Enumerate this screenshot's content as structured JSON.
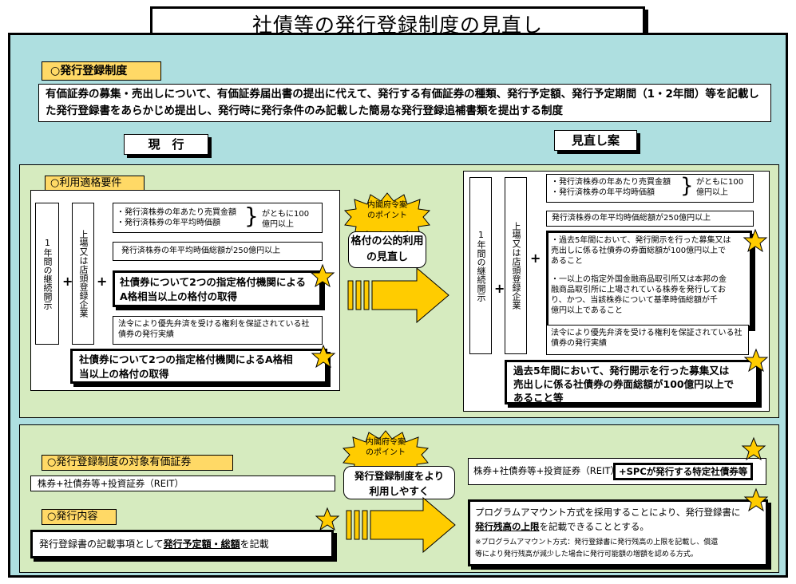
{
  "title": "社債等の発行登録制度の見直し",
  "intro": {
    "label": "○発行登録制度",
    "text": "有価証券の募集・売出しについて、有価証券届出書の提出に代えて、発行する有価証券の種類、発行予定額、発行予定期間（1・2年間）等を記載した発行登録書をあらかじめ提出し、発行時に発行条件のみ記載した簡易な発行登録追補書類を提出する制度"
  },
  "headers": {
    "current": "現　行",
    "proposal": "見直し案"
  },
  "top": {
    "label": "○利用適格要件",
    "current": {
      "continuous": "1年間の継続開示",
      "listed": "上場又は店頭登録企業",
      "crit_line1": "・発行済株券の年あたり売買金額",
      "crit_line2": "・発行済株券の年平均時価額",
      "crit_note": "がともに100\n億円以上",
      "market_cap": "発行済株券の年平均時価総額が250億円以上",
      "rating": "社債券について2つの指定格付機関による\nA格相当以上の格付の取得",
      "guarantee": "法令により優先弁済を受ける権利を保証されている社\n債券の発行実績",
      "rating2": "社債券について2つの指定格付機関によるA格相\n当以上の格付の取得"
    },
    "point": {
      "burst": "内閣府令案\nのポイント",
      "text": "格付の公的利用\nの見直し"
    },
    "proposal": {
      "continuous": "1年間の継続開示",
      "listed": "上場又は店頭登録企業",
      "crit_line1": "・発行済株券の年あたり売買金額",
      "crit_line2": "・発行済株券の年平均時価額",
      "crit_note": "がともに100\n億円以上",
      "market_cap": "発行済株券の年平均時価総額が250億円以上",
      "new_crit1": "・過去5年間において、発行開示を行った募集又は\n売出しに係る社債券の券面総額が100億円以上で\nあること",
      "new_crit2": "・一以上の指定外国金融商品取引所又は本邦の金\n融商品取引所に上場されている株券を発行してお\nり、かつ、当該株券について基準時価総額が千\n億円以上であること",
      "guarantee": "法令により優先弁済を受ける権利を保証されている社\n債券の発行実績",
      "big": "過去5年間において、発行開示を行った募集又は\n売出しに係る社債券の券面総額が100億円以上で\nあること等"
    }
  },
  "bottom": {
    "scope_label": "○発行登録制度の対象有価証券",
    "scope_current": "株券+社債券等+投資証券（REIT）",
    "content_label": "○発行内容",
    "content_current_a": "発行登録書の記載事項として",
    "content_current_b": "発行予定額・総額",
    "content_current_c": "を記載",
    "point": {
      "burst": "内閣府令案\nのポイント",
      "text": "発行登録制度をより\n利用しやすく"
    },
    "scope_proposal": "株券+社債券等+投資証券（REIT）",
    "scope_proposal_add": "+SPCが発行する特定社債券等",
    "content_proposal_a": "プログラムアマウント方式を採用することにより、発行登録書に",
    "content_proposal_b": "発行残高の上限",
    "content_proposal_c": "を記載できることとする。",
    "content_note": "※プログラムアマウント方式：発行登録書に発行残高の上限を記載し、償還\n等により発行残高が減少した場合に発行可能額の増額を認める方式。"
  },
  "colors": {
    "panel_outer": "#aedfe0",
    "panel_inner": "#d6ebbf",
    "label_fill": "#ffd966",
    "arrow_fill": "#ffcc00",
    "star_fill": "#ffcc00"
  }
}
